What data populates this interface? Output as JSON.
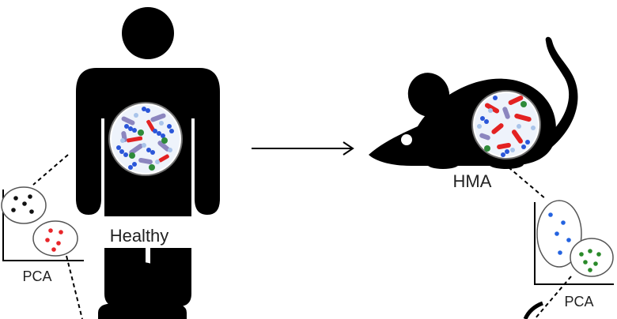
{
  "labels": {
    "human": "Healthy",
    "mouse": "HMA",
    "pca_left": "PCA",
    "pca_right": "PCA"
  },
  "colors": {
    "silhouette": "#000000",
    "cluster_black": "#111111",
    "cluster_red": "#e8262a",
    "cluster_blue": "#2463e0",
    "cluster_green": "#2a8a2a",
    "microbe_blue": "#2a56d9",
    "microbe_red": "#e32222",
    "microbe_purple": "#8c86bf",
    "microbe_green": "#2e8b3a",
    "microbe_lightblue": "#a9c4ea"
  },
  "icons": [
    "human-silhouette-icon",
    "mouse-silhouette-icon",
    "gut-microbiota-icon",
    "arrow-right-icon",
    "pca-plot-icon"
  ]
}
